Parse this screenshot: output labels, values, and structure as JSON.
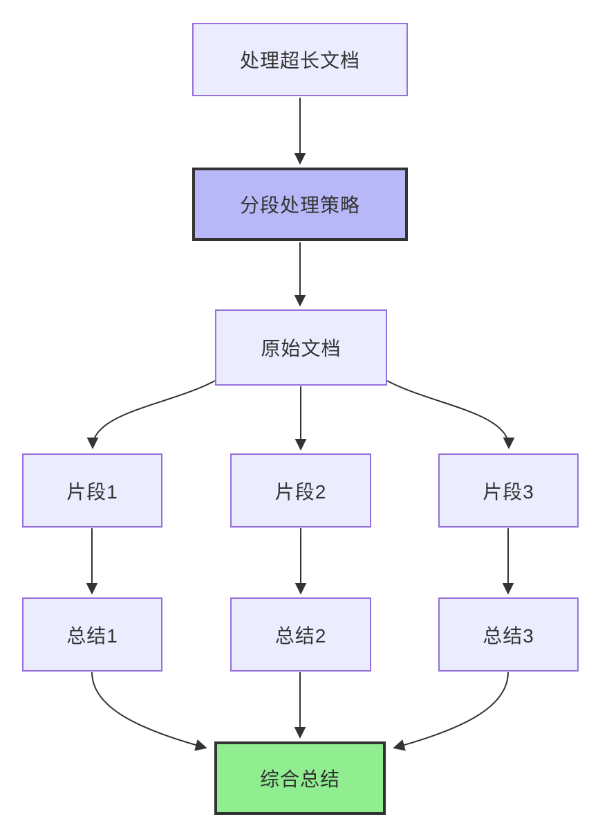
{
  "diagram": {
    "type": "flowchart",
    "direction": "top-down",
    "colors": {
      "background": "#ffffff",
      "default_node_fill": "#ECECFF",
      "default_node_border": "#9370DB",
      "highlight_node_fill": "#B8B8F8",
      "result_node_fill": "#90EE90",
      "dark_border": "#333333",
      "edge_stroke": "#333333",
      "text": "#333333"
    },
    "nodes": [
      {
        "id": "doc",
        "label": "处理超长文档",
        "variant": "default"
      },
      {
        "id": "strategy",
        "label": "分段处理策略",
        "variant": "highlight"
      },
      {
        "id": "original",
        "label": "原始文档",
        "variant": "default"
      },
      {
        "id": "chunk1",
        "label": "片段1",
        "variant": "default"
      },
      {
        "id": "chunk2",
        "label": "片段2",
        "variant": "default"
      },
      {
        "id": "chunk3",
        "label": "片段3",
        "variant": "default"
      },
      {
        "id": "summary1",
        "label": "总结1",
        "variant": "default"
      },
      {
        "id": "summary2",
        "label": "总结2",
        "variant": "default"
      },
      {
        "id": "summary3",
        "label": "总结3",
        "variant": "default"
      },
      {
        "id": "final",
        "label": "综合总结",
        "variant": "result"
      }
    ],
    "edges": [
      {
        "from": "doc",
        "to": "strategy"
      },
      {
        "from": "strategy",
        "to": "original"
      },
      {
        "from": "original",
        "to": "chunk1"
      },
      {
        "from": "original",
        "to": "chunk2"
      },
      {
        "from": "original",
        "to": "chunk3"
      },
      {
        "from": "chunk1",
        "to": "summary1"
      },
      {
        "from": "chunk2",
        "to": "summary2"
      },
      {
        "from": "chunk3",
        "to": "summary3"
      },
      {
        "from": "summary1",
        "to": "final"
      },
      {
        "from": "summary2",
        "to": "final"
      },
      {
        "from": "summary3",
        "to": "final"
      }
    ]
  }
}
